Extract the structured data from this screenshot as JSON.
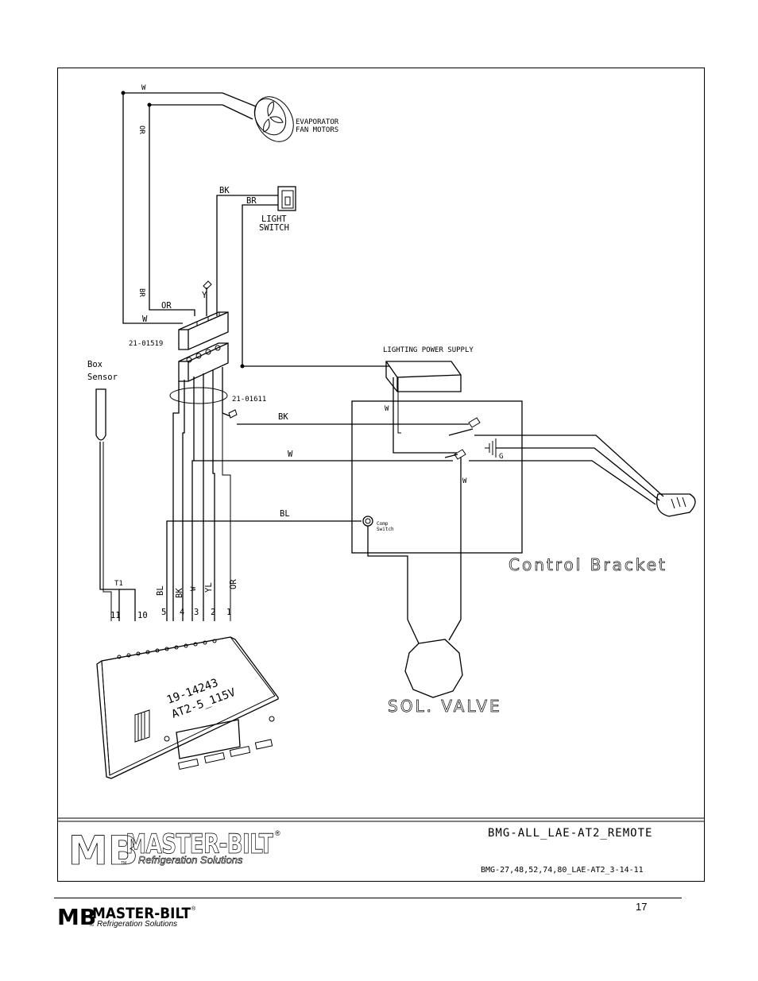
{
  "labels": {
    "w_top": "W",
    "or_top": "OR",
    "evaporator_line1": "EVAPORATOR",
    "evaporator_line2": "FAN MOTORS",
    "bk_light": "BK",
    "br_light": "BR",
    "light_switch_line1": "LIGHT",
    "light_switch_line2": "SWITCH",
    "br_vertical": "BR",
    "y": "Y",
    "or_mid": "OR",
    "w_mid": "W",
    "part_21_01519": "21-01519",
    "lighting_power_supply": "LIGHTING POWER SUPPLY",
    "box_sensor_line1": "Box",
    "box_sensor_line2": "Sensor",
    "part_21_01611": "21-01611",
    "w_lps": "W",
    "bk_wire": "BK",
    "w_wire": "W",
    "g": "G",
    "w_down": "W",
    "bl_wire": "BL",
    "comp_switch_line1": "Comp",
    "comp_switch_line2": "Switch",
    "control_bracket": "Control Bracket",
    "t1": "T1",
    "bl_v": "BL",
    "bk_v": "BK",
    "w_v": "W",
    "yl_v": "YL",
    "or_v": "OR",
    "term_11": "11",
    "term_10": "10",
    "term_5": "5",
    "term_4": "4",
    "term_3": "3",
    "term_2": "2",
    "term_1": "1",
    "controller_line1": "19-14243",
    "controller_line2": "AT2-5_115V",
    "sol_valve": "SOL. VALVE",
    "drawing_title": "BMG-ALL_LAE-AT2_REMOTE",
    "drawing_number": "BMG-27,48,52,74,80_LAE-AT2_3-14-11"
  },
  "logo": {
    "brand": "MASTER-BILT",
    "tagline": "Refrigeration Solutions",
    "mark": "MB",
    "registered": "®",
    "tm": "TM"
  },
  "footer": {
    "page_number": "17",
    "brand": "MASTER-BILT",
    "tagline": "Refrigeration Solutions",
    "mark": "MB",
    "registered": "®",
    "tm": "TM"
  }
}
